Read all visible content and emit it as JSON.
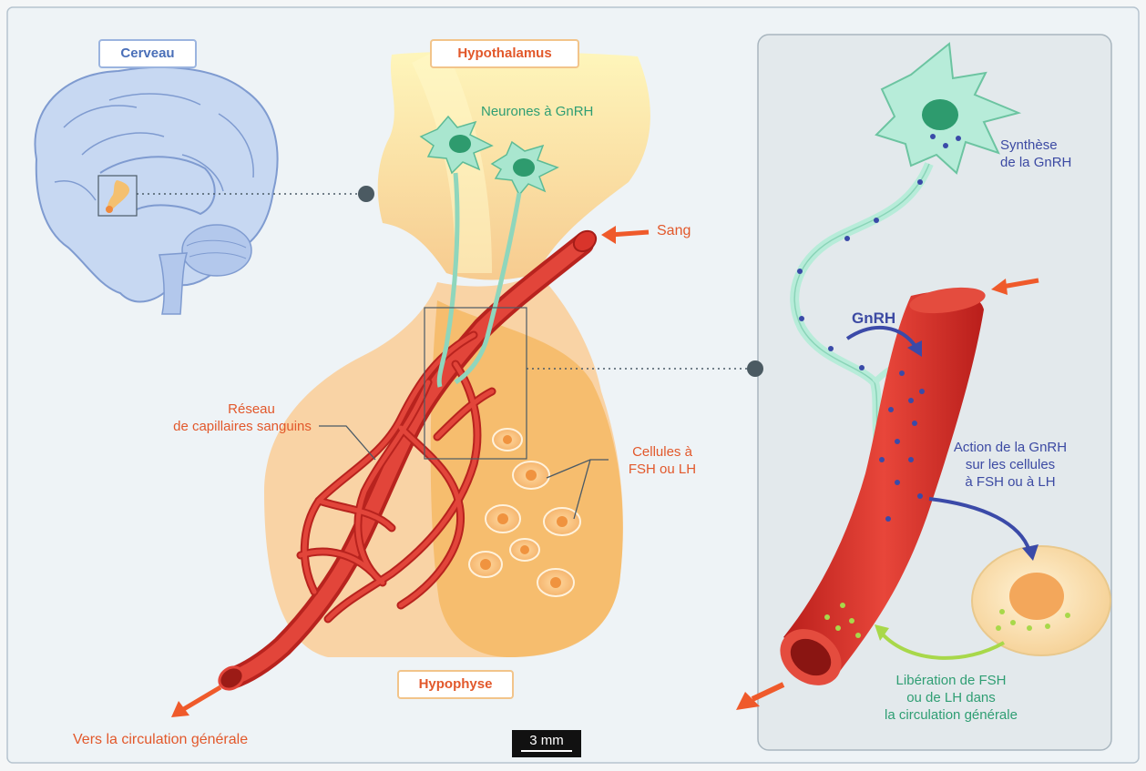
{
  "labels": {
    "cerveau": "Cerveau",
    "hypothalamus": "Hypothalamus",
    "hypophyse": "Hypophyse",
    "neurones": "Neurones à GnRH",
    "sang": "Sang",
    "reseau_line1": "Réseau",
    "reseau_line2": "de capillaires sanguins",
    "cellules_line1": "Cellules à",
    "cellules_line2": "FSH ou LH",
    "vers": "Vers la circulation générale",
    "scale": "3 mm",
    "synthese_line1": "Synthèse",
    "synthese_line2": "de la GnRH",
    "gnrh": "GnRH",
    "action_line1": "Action de la GnRH",
    "action_line2": "sur les cellules",
    "action_line3": "à FSH ou à LH",
    "liberation_line1": "Libération de FSH",
    "liberation_line2": "ou de LH dans",
    "liberation_line3": "la circulation générale"
  },
  "colors": {
    "label_orange": "#e2582b",
    "label_green": "#2f9e73",
    "label_blue": "#3c4aa3",
    "vessel": "#d9342b",
    "neuron": "#9fe0c8",
    "brain": "#b7cdee"
  }
}
